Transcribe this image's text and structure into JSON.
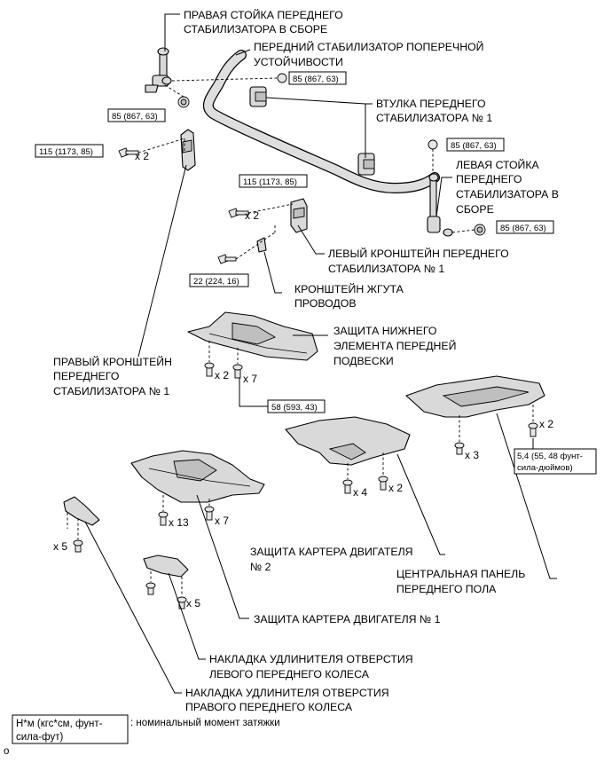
{
  "labels": {
    "right_link": [
      "ПРАВАЯ СТОЙКА ПЕРЕДНЕГО",
      "СТАБИЛИЗАТОРА В СБОРЕ"
    ],
    "front_stabilizer_bar": [
      "ПЕРЕДНИЙ СТАБИЛИЗАТОР ПОПЕРЕЧНОЙ",
      "УСТОЙЧИВОСТИ"
    ],
    "bushing": [
      "ВТУЛКА ПЕРЕДНЕГО",
      "СТАБИЛИЗАТОРА № 1"
    ],
    "left_link": [
      "ЛЕВАЯ СТОЙКА",
      "ПЕРЕДНЕГО",
      "СТАБИЛИЗАТОРА В",
      "СБОРЕ"
    ],
    "left_bracket": [
      "ЛЕВЫЙ КРОНШТЕЙН ПЕРЕДНЕГО",
      "СТАБИЛИЗАТОРА № 1"
    ],
    "harness_bracket": [
      "КРОНШТЕЙН ЖГУТА",
      "ПРОВОДОВ"
    ],
    "suspension_cover": [
      "ЗАЩИТА НИЖНЕГО",
      "ЭЛЕМЕНТА ПЕРЕДНЕЙ",
      "ПОДВЕСКИ"
    ],
    "right_bracket": [
      "ПРАВЫЙ КРОНШТЕЙН",
      "ПЕРЕДНЕГО",
      "СТАБИЛИЗАТОРА № 1"
    ],
    "engine_cover_2": [
      "ЗАЩИТА КАРТЕРА ДВИГАТЕЛЯ",
      "№ 2"
    ],
    "center_floor_panel": [
      "ЦЕНТРАЛЬНАЯ ПАНЕЛЬ",
      "ПЕРЕДНЕГО ПОЛА"
    ],
    "engine_cover_1": [
      "ЗАЩИТА КАРТЕРА ДВИГАТЕЛЯ № 1"
    ],
    "left_extension": [
      "НАКЛАДКА УДЛИНИТЕЛЯ ОТВЕРСТИЯ",
      "ЛЕВОГО ПЕРЕДНЕГО КОЛЕСА"
    ],
    "right_extension": [
      "НАКЛАДКА УДЛИНИТЕЛЯ ОТВЕРСТИЯ",
      "ПРАВОГО ПЕРЕДНЕГО КОЛЕСА"
    ]
  },
  "torques": {
    "t1": "85 (867, 63)",
    "t2": "85 (867, 63)",
    "t3": "115 (1173, 85)",
    "t4": "85 (867, 63)",
    "t5": "115 (1173, 85)",
    "t6": "85 (867, 63)",
    "t7": "22 (224, 16)",
    "t8": "58 (593, 43)",
    "t9": [
      "5,4 (55, 48 фунт-",
      "сила-дюймов)"
    ]
  },
  "quantities": {
    "q1": "x 2",
    "q2": "x 2",
    "q3": "x 2",
    "q4": "x 7",
    "q5": "x 2",
    "q6": "x 3",
    "q7": "x 4",
    "q8": "x 2",
    "q9": "x 13",
    "q10": "x 7",
    "q11": "x 5",
    "q12": "x 5"
  },
  "legend": {
    "box": [
      "Н*м (кгс*см, фунт-",
      "сила-фут)"
    ],
    "text": ": номинальный момент затяжки"
  },
  "corner_mark": "o"
}
